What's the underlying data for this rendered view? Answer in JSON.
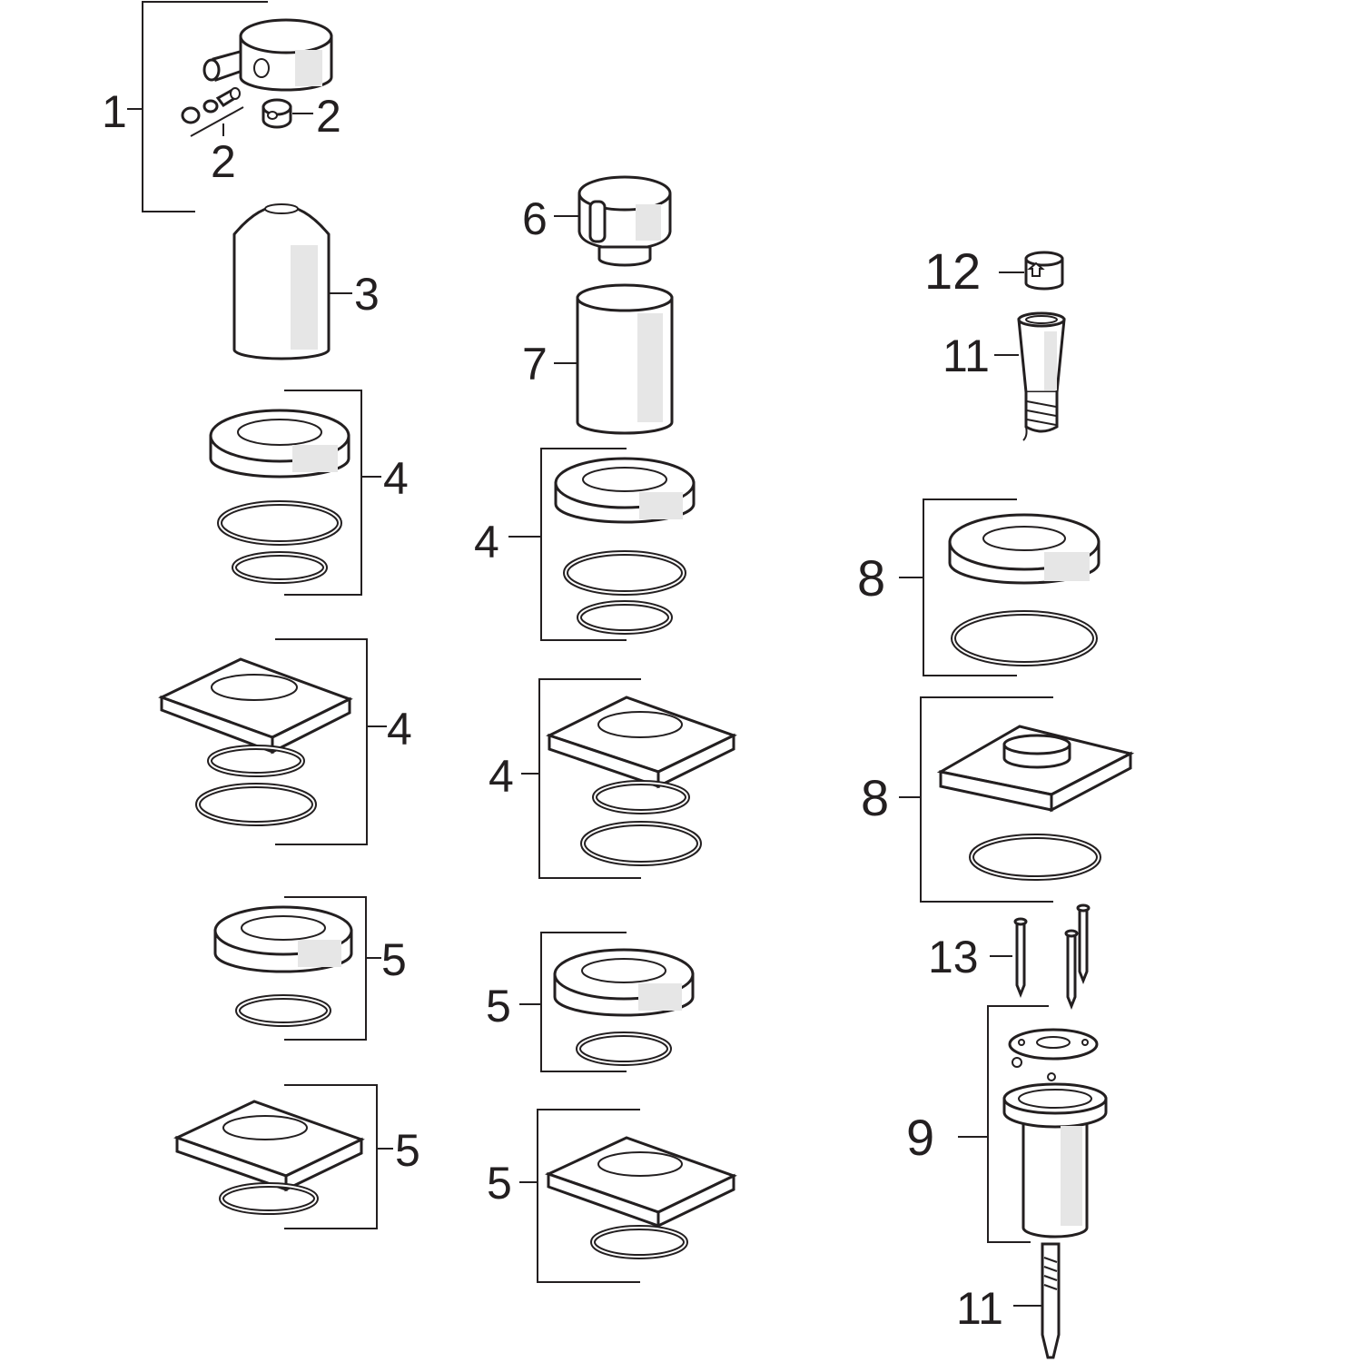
{
  "diagram": {
    "labels": {
      "handle": "1",
      "screws_left": "2",
      "screws_right": "2",
      "sleeve": "3",
      "round_rosette_left": "4",
      "square_rosette_left": "4",
      "round_rosette_mid": "4",
      "square_rosette_mid": "4",
      "round_small_left": "5",
      "square_small_left": "5",
      "round_small_mid": "5",
      "square_small_mid": "5",
      "knob": "6",
      "cylinder": "7",
      "round_rosette_right": "8",
      "square_rosette_right": "8",
      "mounting_set": "9",
      "cartridge_top": "11",
      "cartridge_bottom": "11",
      "check_valve": "12",
      "pins": "13"
    }
  }
}
